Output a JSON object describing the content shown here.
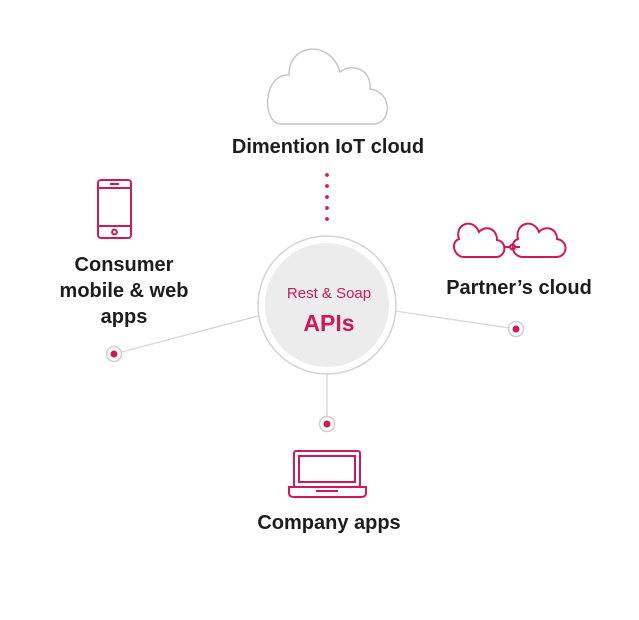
{
  "nodes": {
    "cloud": {
      "label": "Dimention IoT cloud",
      "icon": "cloud-icon"
    },
    "consumer": {
      "label": "Consumer mobile & web apps",
      "icon": "smartphone-icon"
    },
    "partner": {
      "label": "Partner’s cloud",
      "icon": "linked-clouds-icon"
    },
    "company": {
      "label": "Company apps",
      "icon": "laptop-icon"
    }
  },
  "center": {
    "subtitle": "Rest & Soap",
    "title": "APIs"
  },
  "colors": {
    "accent": "#d0195a",
    "text": "#1d1d1d",
    "hub_fill": "#ececec",
    "outline": "#cfcfcf",
    "cloud_outline": "#c4c4c4"
  }
}
